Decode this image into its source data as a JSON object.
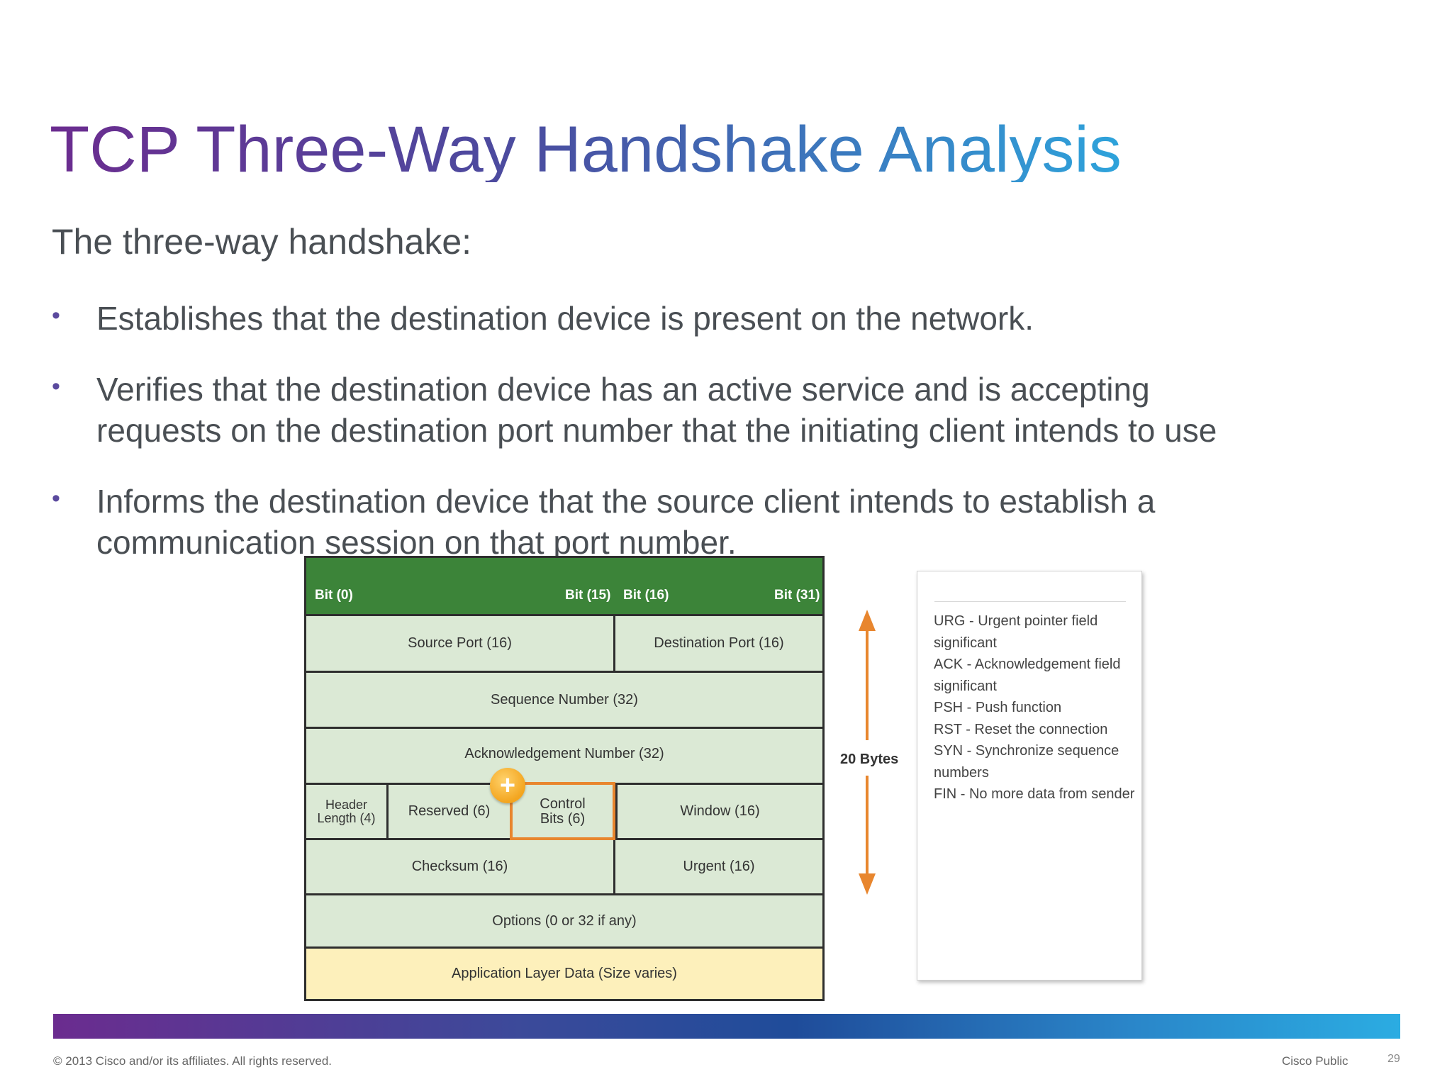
{
  "slide": {
    "title": "TCP Three-Way Handshake Analysis",
    "intro": "The three-way handshake:",
    "bullets": [
      "Establishes that the destination device is present on the network.",
      "Verifies that the destination device has an active service and is accepting\nrequests on the destination port number that the initiating client intends to use",
      "Informs the destination device that the source client intends to establish a\ncommunication session on that port number."
    ]
  },
  "diagram": {
    "bit_labels": [
      "Bit (0)",
      "Bit (15)",
      "Bit (16)",
      "Bit (31)"
    ],
    "fields": {
      "source_port": "Source Port (16)",
      "destination_port": "Destination Port (16)",
      "sequence_number": "Sequence Number (32)",
      "acknowledgement_number": "Acknowledgement Number (32)",
      "header_length": "Header\nLength (4)",
      "reserved": "Reserved (6)",
      "control_bits": "Control\nBits (6)",
      "window": "Window (16)",
      "checksum": "Checksum (16)",
      "urgent": "Urgent (16)",
      "options": "Options (0 or 32 if any)",
      "application_data": "Application Layer Data (Size varies)"
    },
    "size_label": "20 Bytes",
    "colors": {
      "header_green": "#3c8439",
      "field_green": "#dbe9d5",
      "data_yellow": "#fdf0bb",
      "highlight_orange": "#e8862e"
    }
  },
  "flags": [
    "URG - Urgent pointer field significant",
    "ACK - Acknowledgement field significant",
    "PSH - Push function",
    "RST - Reset the connection",
    "SYN - Synchronize sequence numbers",
    "FIN - No more data from sender"
  ],
  "footer": {
    "copyright": "© 2013 Cisco and/or its affiliates. All rights reserved.",
    "classification": "Cisco Public",
    "page_number": "29"
  },
  "icons": {
    "plus_badge": "plus-icon",
    "arrow": "double-arrow-icon"
  }
}
